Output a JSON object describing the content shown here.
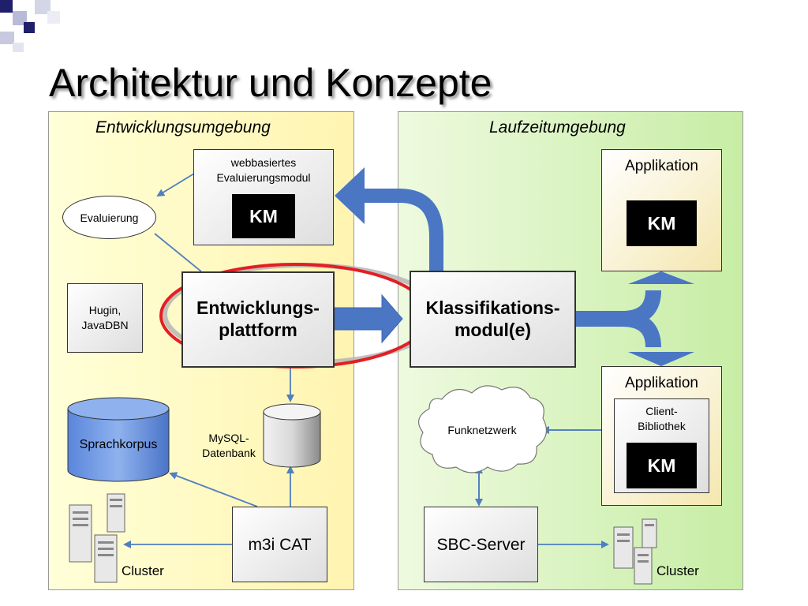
{
  "slide": {
    "title": "Architektur und Konzepte"
  },
  "dev_env": {
    "title": "Entwicklungsumgebung",
    "web_module": {
      "line1": "webbasiertes",
      "line2": "Evaluierungsmodul",
      "km": "KM"
    },
    "evaluierung": "Evaluierung",
    "hugin": {
      "line1": "Hugin,",
      "line2": "JavaDBN"
    },
    "platform": {
      "line1": "Entwicklungs-",
      "line2": "plattform"
    },
    "sprachkorpus": "Sprachkorpus",
    "database": {
      "line1": "MySQL-",
      "line2": "Datenbank"
    },
    "m3i": "m3i CAT",
    "cluster": "Cluster"
  },
  "run_env": {
    "title": "Laufzeitumgebung",
    "app_top": {
      "title": "Applikation",
      "km": "KM"
    },
    "classifier": {
      "line1": "Klassifikations-",
      "line2": "modul(e)"
    },
    "app_bottom": {
      "title": "Applikation",
      "client_line1": "Client-",
      "client_line2": "Bibliothek",
      "km": "KM"
    },
    "funknetz": "Funknetzwerk",
    "sbc": "SBC-Server",
    "cluster": "Cluster"
  },
  "colors": {
    "arrow_blue": "#4a76c4",
    "thin_arrow": "#4f7fc0",
    "highlight_red": "#e31e24"
  }
}
